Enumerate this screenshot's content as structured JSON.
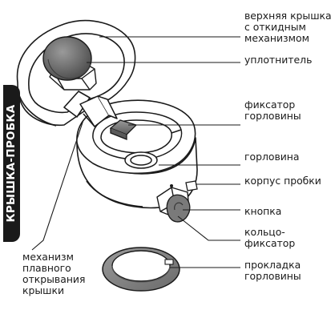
{
  "title": "КРЫШКА-ПРОБКА",
  "labels": {
    "top_lid": "верхняя крышка\nс откидным\nмеханизмом",
    "seal": "уплотнитель",
    "neck_lock": "фиксатор\nгорловины",
    "neck": "горловина",
    "plug_body": "корпус пробки",
    "button": "кнопка",
    "lock_ring": "кольцо-\nфиксатор",
    "neck_gasket": "прокладка\nгорловины",
    "smooth_open_mechanism": "механизм\nплавного\nоткрывания\nкрышки"
  },
  "colors": {
    "line": "#1a1a1a",
    "gasket_gray": "#8c8c8c",
    "tab_background": "#1a1a1a",
    "tab_text": "#ffffff"
  }
}
